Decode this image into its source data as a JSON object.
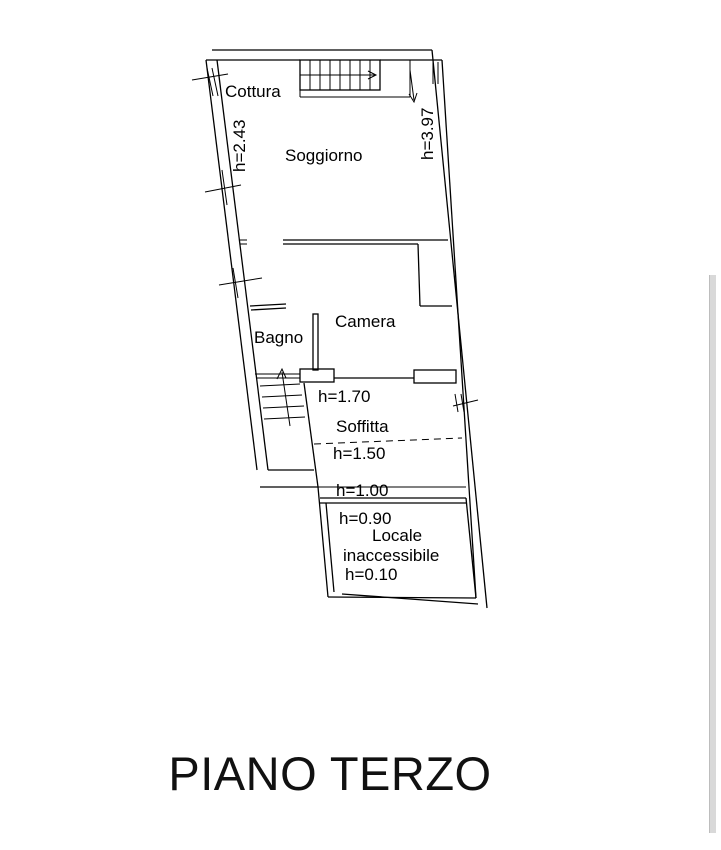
{
  "plan": {
    "rooms": {
      "cottura": "Cottura",
      "soggiorno": "Soggiorno",
      "camera": "Camera",
      "bagno": "Bagno",
      "soffitta": "Soffitta",
      "locale_line1": "Locale",
      "locale_line2": "inaccessibile"
    },
    "heights": {
      "h243": "h=2.43",
      "h397": "h=3.97",
      "h170": "h=1.70",
      "h150": "h=1.50",
      "h100": "h=1.00",
      "h090": "h=0.90",
      "h010": "h=0.10"
    }
  },
  "title": "PIANO TERZO"
}
